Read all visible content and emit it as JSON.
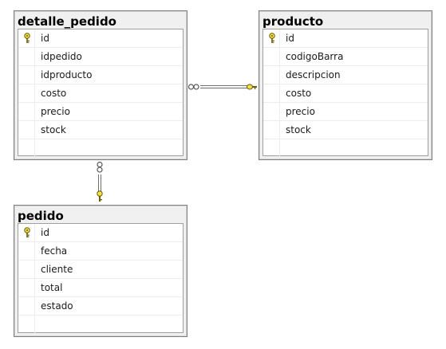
{
  "tables": {
    "detalle_pedido": {
      "title": "detalle_pedido",
      "columns": [
        "id",
        "idpedido",
        "idproducto",
        "costo",
        "precio",
        "stock"
      ],
      "primary_key": "id"
    },
    "producto": {
      "title": "producto",
      "columns": [
        "id",
        "codigoBarra",
        "descripcion",
        "costo",
        "precio",
        "stock"
      ],
      "primary_key": "id"
    },
    "pedido": {
      "title": "pedido",
      "columns": [
        "id",
        "fecha",
        "cliente",
        "total",
        "estado"
      ],
      "primary_key": "id"
    }
  },
  "relationships": [
    {
      "from": "detalle_pedido",
      "to": "producto",
      "from_end": "many",
      "to_end": "one"
    },
    {
      "from": "detalle_pedido",
      "to": "pedido",
      "from_end": "many",
      "to_end": "one"
    }
  ],
  "icons": {
    "primary_key": "key-icon",
    "relation_many_end": "infinity-icon"
  },
  "colors": {
    "key_fill": "#f4e04d",
    "key_stroke": "#6b5a00",
    "line": "#6e6e6e"
  }
}
